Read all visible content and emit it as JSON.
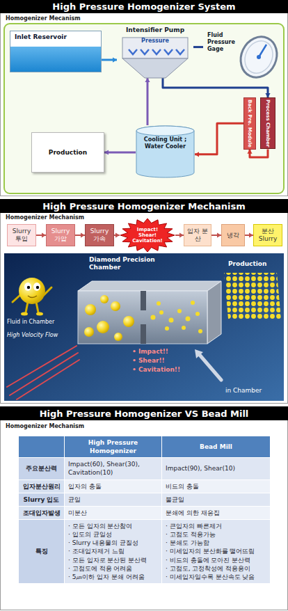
{
  "diagram": {
    "title": "High Pressure Homogenizer System",
    "nodes": [
      {
        "text": [
          "Inlet Reservoir"
        ]
      },
      {
        "text": [
          "Intensifier Pump",
          "Pressure"
        ]
      },
      {
        "text": [
          "Fluid Pressure Gage"
        ]
      },
      {
        "text": [
          "Back Pre. Module"
        ]
      },
      {
        "text": [
          "Process Chamber"
        ]
      },
      {
        "text": [
          "Production"
        ]
      },
      {
        "text": [
          "Cooling Unit ; Water Cooler"
        ]
      },
      {
        "text": [
          "Slurry 투입"
        ]
      },
      {
        "text": [
          "Slurry 가압"
        ]
      },
      {
        "text": [
          "Slurry 가속"
        ]
      },
      {
        "text": [
          "Impact! Shear! Cavitation!"
        ]
      },
      {
        "text": [
          "입자 분산"
        ]
      },
      {
        "text": [
          "냉각"
        ]
      },
      {
        "text": [
          "분산 Slurry"
        ]
      }
    ],
    "edges": [
      {
        "from": 0,
        "to": 1,
        "arrow": "to"
      },
      {
        "from": 1,
        "to": 2,
        "arrow": "none"
      },
      {
        "from": 1,
        "to": 4,
        "arrow": "to"
      },
      {
        "from": 4,
        "to": 3,
        "arrow": "to"
      },
      {
        "from": 3,
        "to": 6,
        "arrow": "to"
      },
      {
        "from": 6,
        "to": 5,
        "arrow": "to"
      },
      {
        "from": 6,
        "to": 1,
        "arrow": "to"
      },
      {
        "from": 7,
        "to": 8,
        "arrow": "to"
      },
      {
        "from": 8,
        "to": 9,
        "arrow": "to"
      },
      {
        "from": 9,
        "to": 10,
        "arrow": "to"
      },
      {
        "from": 10,
        "to": 11,
        "arrow": "to"
      },
      {
        "from": 11,
        "to": 12,
        "arrow": "to"
      },
      {
        "from": 12,
        "to": 13,
        "arrow": "to"
      }
    ],
    "labels": [
      "High Pressure Homogenizer Mechanism",
      "High Pressure Homogenizer VS Bead Mill",
      "Homogenizer Mecanism",
      "Homogenizer Mechanism",
      "Homogenizer Mechanism",
      "Diamond Precision Chamber",
      "Fluid in Chamber",
      "High Velocity Flow",
      "Production",
      "• Impact!!",
      "• Shear!!",
      "• Cavitation!!",
      "in Chamber",
      "High Pressure Homogenizer",
      "Bead Mill",
      "주요분산력",
      "Impact(60), Shear(30), Cavitation(10)",
      "Impact(90), Shear(10)",
      "입자분산원리",
      "입자의 충돌",
      "비드의 충돌",
      "Slurry 입도",
      "균일",
      "불균일",
      "조대입자발생",
      "미분산",
      "분쇄에 의한 재응집",
      "특징",
      "· 모든 입자의 분산참여",
      "· 입도의 균일성",
      "· Slurry 내용물의 균질성",
      "· 조대입자제거 느림",
      "· 모든 입자로 분산된 분산력",
      "· 고점도에 적용 어려움",
      "· 5㎛이하 입자 분쇄 어려움",
      "· 큰입자의 빠른제거",
      "· 고점도 적용가능",
      "· 분쇄도 가능함",
      "· 미세입자의 분산화를 떨어뜨림",
      "· 비드의 충돌에 모아진 분산력",
      "· 고점도, 고정착성에 적용용이",
      "· 미세입자일수록 분산속도 낮음"
    ]
  }
}
